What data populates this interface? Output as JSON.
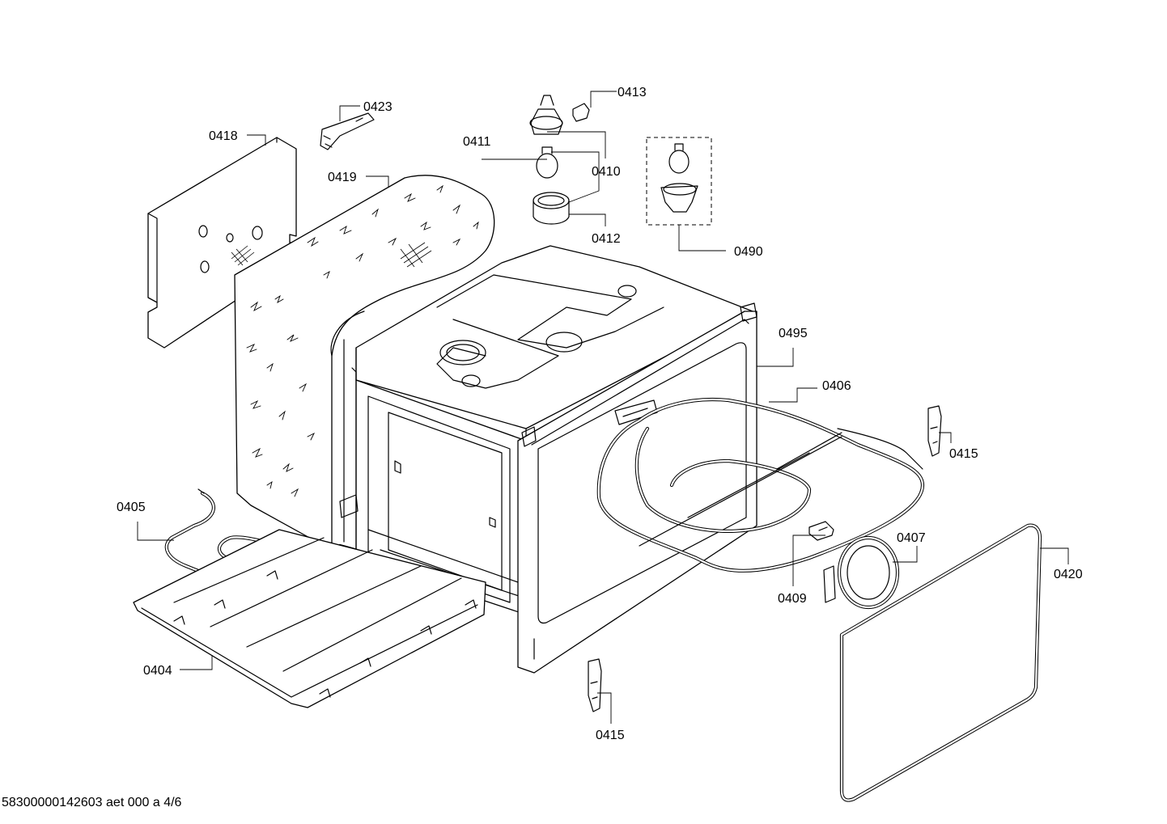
{
  "diagram": {
    "callouts": {
      "c0405": "0405",
      "c0404": "0404",
      "c0418": "0418",
      "c0419": "0419",
      "c0423": "0423",
      "c0411": "0411",
      "c0413": "0413",
      "c0410": "0410",
      "c0412": "0412",
      "c0490": "0490",
      "c0495": "0495",
      "c0406": "0406",
      "c0415a": "0415",
      "c0415b": "0415",
      "c0407": "0407",
      "c0409": "0409",
      "c0420": "0420"
    },
    "footer": "58300000142603 aet 000 a 4/6"
  }
}
